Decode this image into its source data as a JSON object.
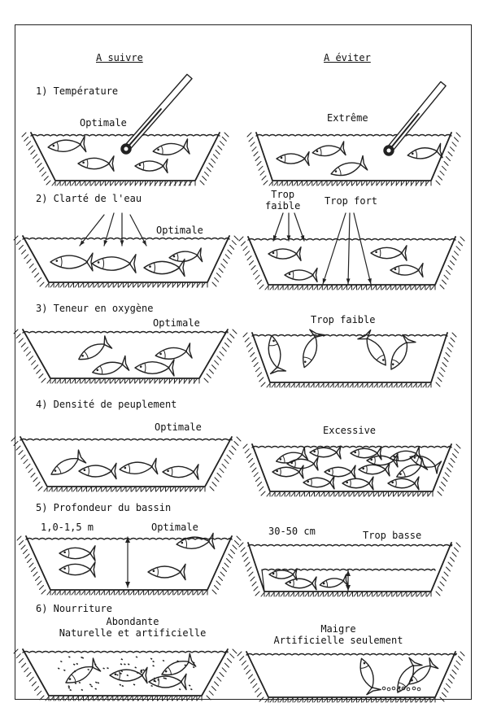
{
  "headers": {
    "follow": "A suivre",
    "avoid": "A éviter"
  },
  "sections": [
    {
      "title": "1) Température",
      "left": {
        "labels": [
          "Optimale"
        ]
      },
      "right": {
        "labels": [
          "Extrême"
        ]
      }
    },
    {
      "title": "2) Clarté de l'eau",
      "left": {
        "labels": [
          "Optimale"
        ]
      },
      "right": {
        "labels": [
          "Trop\nfaible",
          "Trop fort"
        ]
      }
    },
    {
      "title": "3) Teneur en oxygène",
      "left": {
        "labels": [
          "Optimale"
        ]
      },
      "right": {
        "labels": [
          "Trop faible"
        ]
      }
    },
    {
      "title": "4) Densité de peuplement",
      "left": {
        "labels": [
          "Optimale"
        ]
      },
      "right": {
        "labels": [
          "Excessive"
        ]
      }
    },
    {
      "title": "5) Profondeur du bassin",
      "left": {
        "labels": [
          "1,0-1,5 m",
          "Optimale"
        ]
      },
      "right": {
        "labels": [
          "30-50 cm",
          "Trop basse"
        ]
      }
    },
    {
      "title": "6) Nourriture",
      "left": {
        "labels": [
          "Abondante\nNaturelle et artificielle"
        ]
      },
      "right": {
        "labels": [
          "Maigre\nArtificielle seulement"
        ]
      }
    }
  ]
}
